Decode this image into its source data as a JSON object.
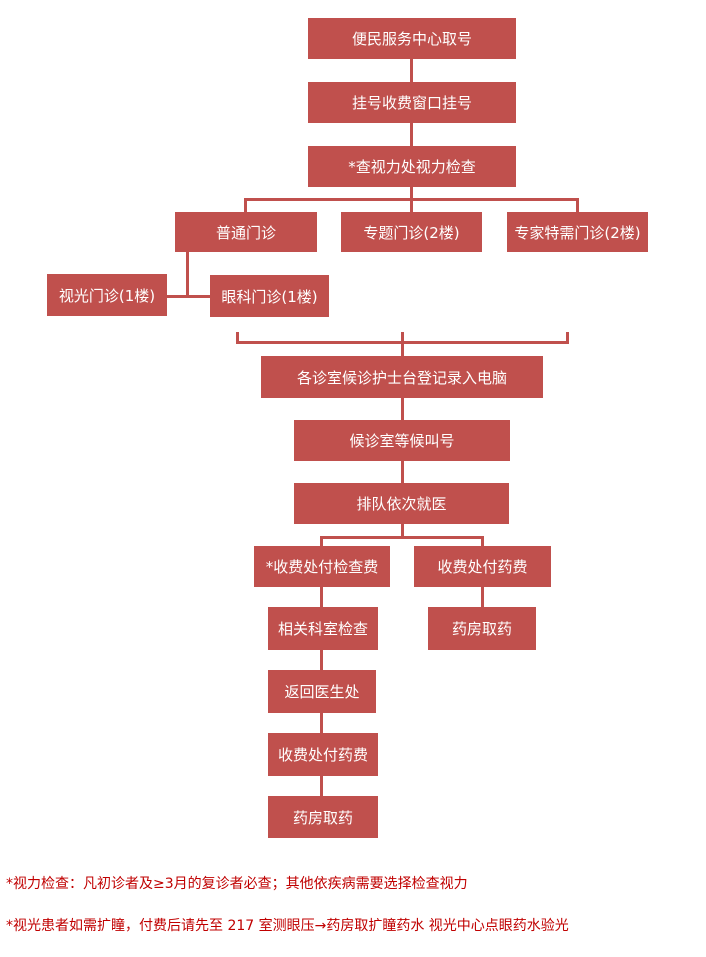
{
  "flow": {
    "step1": "便民服务中心取号",
    "step2": "挂号收费窗口挂号",
    "step3": "*查视力处视力检查",
    "clinic_general": "普通门诊",
    "clinic_special": "专题门诊(2楼)",
    "clinic_expert": "专家特需门诊(2楼)",
    "clinic_optometry": "视光门诊(1楼)",
    "clinic_ophthalmology": "眼科门诊(1楼)",
    "step_register_nurse": "各诊室候诊护士台登记录入电脑",
    "step_wait_call": "候诊室等候叫号",
    "step_queue": "排队依次就医",
    "pay_exam": "*收费处付检查费",
    "pay_medicine": "收费处付药费",
    "pharmacy_right": "药房取药",
    "dept_exam": "相关科室检查",
    "return_doctor": "返回医生处",
    "pay_medicine_2": "收费处付药费",
    "pharmacy_left": "药房取药"
  },
  "notes": {
    "note1": "*视力检查：凡初诊者及≥3月的复诊者必查；其他依疾病需要选择检查视力",
    "note2": "*视光患者如需扩瞳，付费后请先至 217 室测眼压→药房取扩瞳药水  视光中心点眼药水验光"
  },
  "colors": {
    "box": "#c0504d",
    "note_text": "#c00000"
  }
}
